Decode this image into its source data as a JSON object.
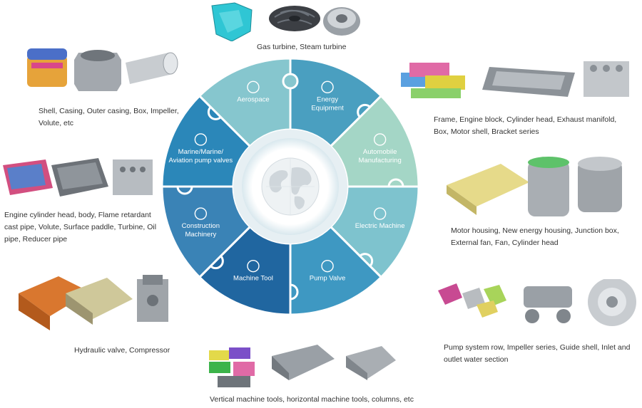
{
  "wheel": {
    "segments": [
      {
        "label_lines": [
          "Energy",
          "Equipment"
        ],
        "color": "#4A9FC0",
        "icon": "power-tower-icon"
      },
      {
        "label_lines": [
          "Automobile",
          "Manufacturing"
        ],
        "color": "#A4D6C6",
        "icon": "car-gear-icon"
      },
      {
        "label_lines": [
          "Electric Machine"
        ],
        "color": "#7EC3CE",
        "icon": "motor-icon"
      },
      {
        "label_lines": [
          "Pump Valve"
        ],
        "color": "#3E98C2",
        "icon": "valve-icon"
      },
      {
        "label_lines": [
          "Machine Tool"
        ],
        "color": "#2066A0",
        "icon": "machine-tool-icon"
      },
      {
        "label_lines": [
          "Construction",
          "Machinery"
        ],
        "color": "#3A83B6",
        "icon": "gears-icon"
      },
      {
        "label_lines": [
          "Marine/Marine/",
          "Aviation pump valves"
        ],
        "color": "#2B87B9",
        "icon": "ship-icon"
      },
      {
        "label_lines": [
          "Aerospace"
        ],
        "color": "#86C6CE",
        "icon": "airplane-icon"
      }
    ],
    "center_icon": "globe-icon"
  },
  "captions": {
    "energy": [
      "Gas turbine, Steam turbine"
    ],
    "automobile": [
      "Frame, Engine block, Cylinder head, Exhaust manifold,",
      "Box, Motor shell, Bracket series"
    ],
    "electric": [
      "Motor housing, New energy housing, Junction box,",
      "External fan, Fan, Cylinder head"
    ],
    "pump": [
      "Pump system row, Impeller series, Guide shell, Inlet and",
      "outlet water section"
    ],
    "machine_tool": [
      "Vertical machine tools, horizontal machine tools, columns, etc"
    ],
    "construction": [
      "Hydraulic valve, Compressor"
    ],
    "marine": [
      "Engine cylinder head, body, Flame retardant",
      "cast pipe, Volute, Surface paddle, Turbine, Oil",
      "pipe, Reducer pipe"
    ],
    "aerospace": [
      "Shell, Casing, Outer casing, Box, Impeller,",
      "Volute, etc"
    ]
  }
}
